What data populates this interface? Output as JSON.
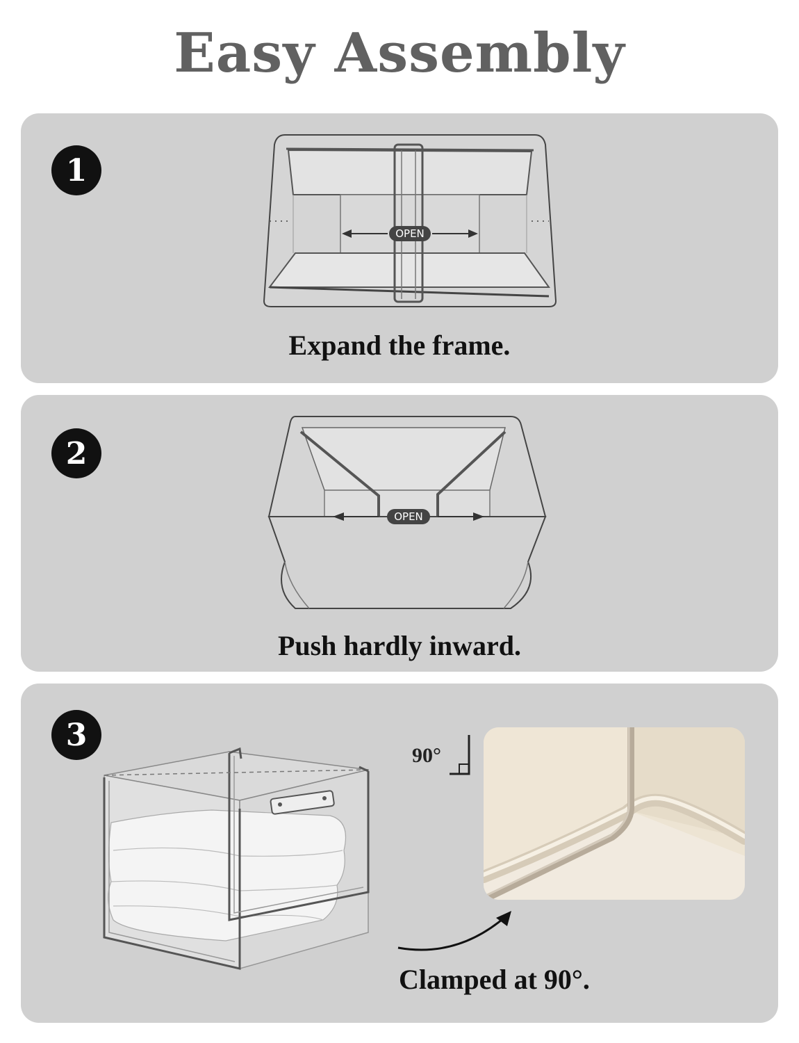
{
  "title": "Easy Assembly",
  "steps": [
    {
      "number": "1",
      "caption": "Expand the frame.",
      "open_label": "OPEN"
    },
    {
      "number": "2",
      "caption": "Push hardly inward.",
      "open_label": "OPEN"
    },
    {
      "number": "3",
      "caption": "Clamped at 90°.",
      "angle_label": "90°"
    }
  ],
  "colors": {
    "card_bg": "#d0d0d0",
    "title": "#616161",
    "badge": "#111111",
    "canvas": "#ede4d3",
    "frame": "#bfb3a3"
  }
}
